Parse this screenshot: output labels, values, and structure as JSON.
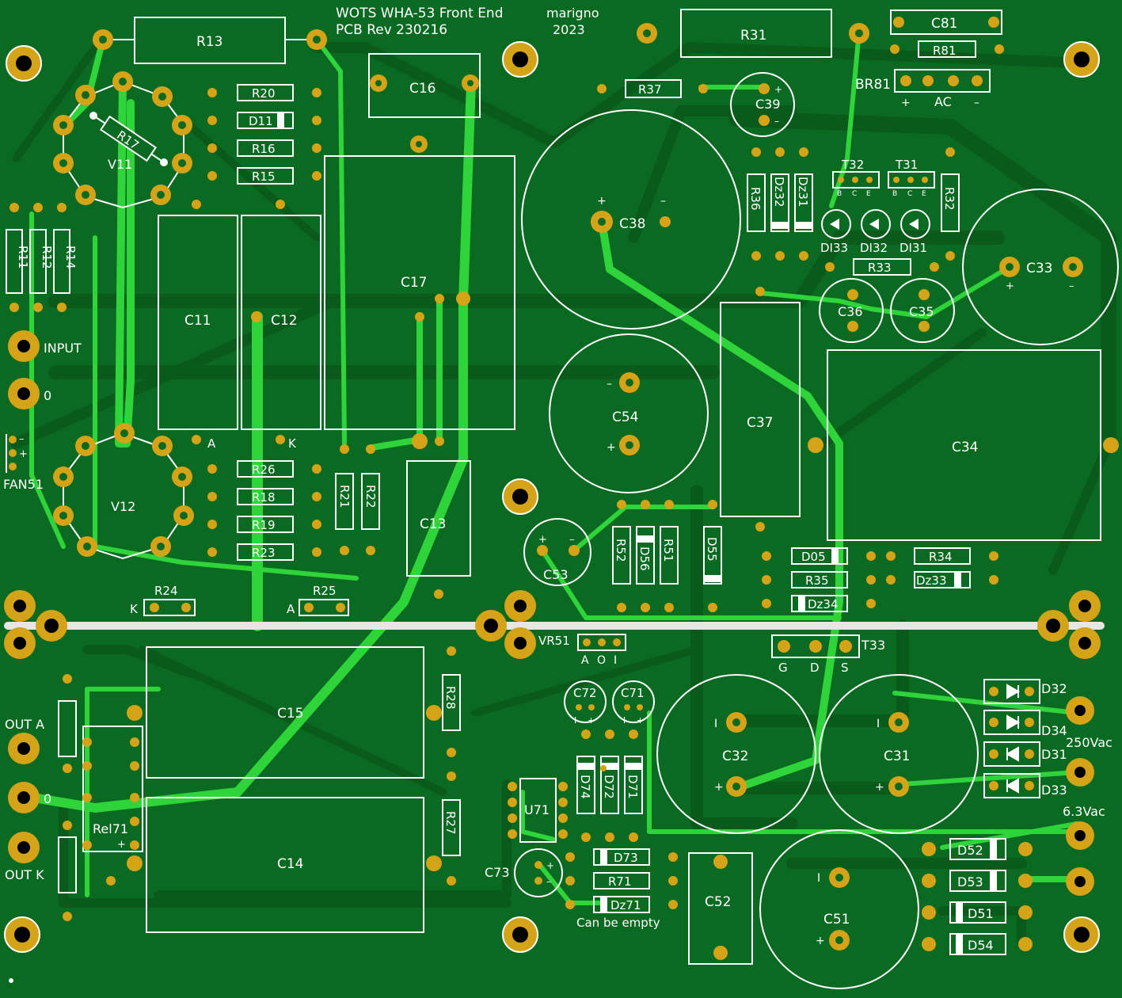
{
  "header": {
    "title_line1": "WOTS WHA-53 Front End",
    "title_line2": "PCB Rev 230216",
    "author": "marigno",
    "year": "2023"
  },
  "connectors": {
    "input": "INPUT",
    "ground": "0",
    "fan": "FAN51",
    "fan_minus": "–",
    "fan_plus": "+",
    "out_a": "OUT A",
    "out_k": "OUT K",
    "out_ground": "0",
    "hv_ac": "250Vac",
    "heater_ac": "6.3Vac",
    "ac": "AC",
    "can_be_empty": "Can be empty"
  },
  "pin_labels": {
    "A": "A",
    "K": "K",
    "plus": "+",
    "minus": "–",
    "B": "B",
    "C": "C",
    "E": "E",
    "vr_A": "A",
    "vr_O": "O",
    "vr_I": "I",
    "G": "G",
    "D": "D",
    "S": "S",
    "bar": "I"
  },
  "components": {
    "R11": "R11",
    "R12": "R12",
    "R13": "R13",
    "R14": "R14",
    "R15": "R15",
    "R16": "R16",
    "R17": "R17",
    "R18": "R18",
    "R19": "R19",
    "R20": "R20",
    "R21": "R21",
    "R22": "R22",
    "R23": "R23",
    "R24": "R24",
    "R25": "R25",
    "R26": "R26",
    "R27": "R27",
    "R28": "R28",
    "R31": "R31",
    "R32": "R32",
    "R33": "R33",
    "R34": "R34",
    "R35": "R35",
    "R36": "R36",
    "R37": "R37",
    "R51": "R51",
    "R52": "R52",
    "R71": "R71",
    "R81": "R81",
    "C11": "C11",
    "C12": "C12",
    "C13": "C13",
    "C14": "C14",
    "C15": "C15",
    "C16": "C16",
    "C17": "C17",
    "C31": "C31",
    "C32": "C32",
    "C33": "C33",
    "C34": "C34",
    "C35": "C35",
    "C36": "C36",
    "C37": "C37",
    "C38": "C38",
    "C39": "C39",
    "C51": "C51",
    "C52": "C52",
    "C53": "C53",
    "C54": "C54",
    "C71": "C71",
    "C72": "C72",
    "C73": "C73",
    "C81": "C81",
    "D11": "D11",
    "D05": "D05",
    "D31": "D31",
    "D32": "D32",
    "D33": "D33",
    "D34": "D34",
    "D51": "D51",
    "D52": "D52",
    "D53": "D53",
    "D54": "D54",
    "D55": "D55",
    "D56": "D56",
    "D71": "D71",
    "D72": "D72",
    "D73": "D73",
    "D74": "D74",
    "Dz31": "Dz31",
    "Dz32": "Dz32",
    "Dz33": "Dz33",
    "Dz34": "Dz34",
    "Dz71": "Dz71",
    "DI31": "DI31",
    "DI32": "DI32",
    "DI33": "DI33",
    "T31": "T31",
    "T32": "T32",
    "T33": "T33",
    "V11": "V11",
    "V12": "V12",
    "U71": "U71",
    "Rel71": "Rel71",
    "VR51": "VR51",
    "BR81": "BR81"
  },
  "colors": {
    "board": "#0b6a22",
    "copper_trace": "#2fd43a",
    "pad": "#d4a317",
    "silkscreen": "#ffffff"
  }
}
